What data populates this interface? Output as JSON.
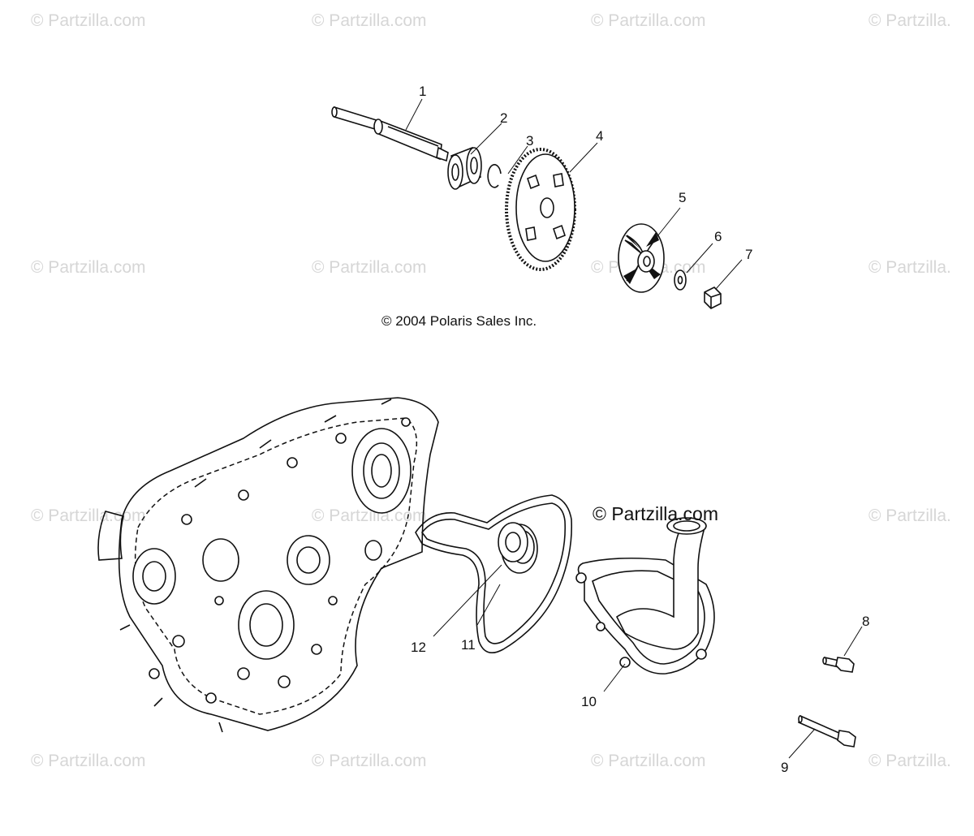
{
  "watermark": "© Partzilla.com",
  "watermark_partial": "© Partzilla.",
  "watermark_overlay": "© Partzilla.com",
  "copyright": "© 2004 Polaris Sales Inc.",
  "callouts": [
    "1",
    "2",
    "3",
    "4",
    "5",
    "6",
    "7",
    "8",
    "9",
    "10",
    "11",
    "12"
  ]
}
